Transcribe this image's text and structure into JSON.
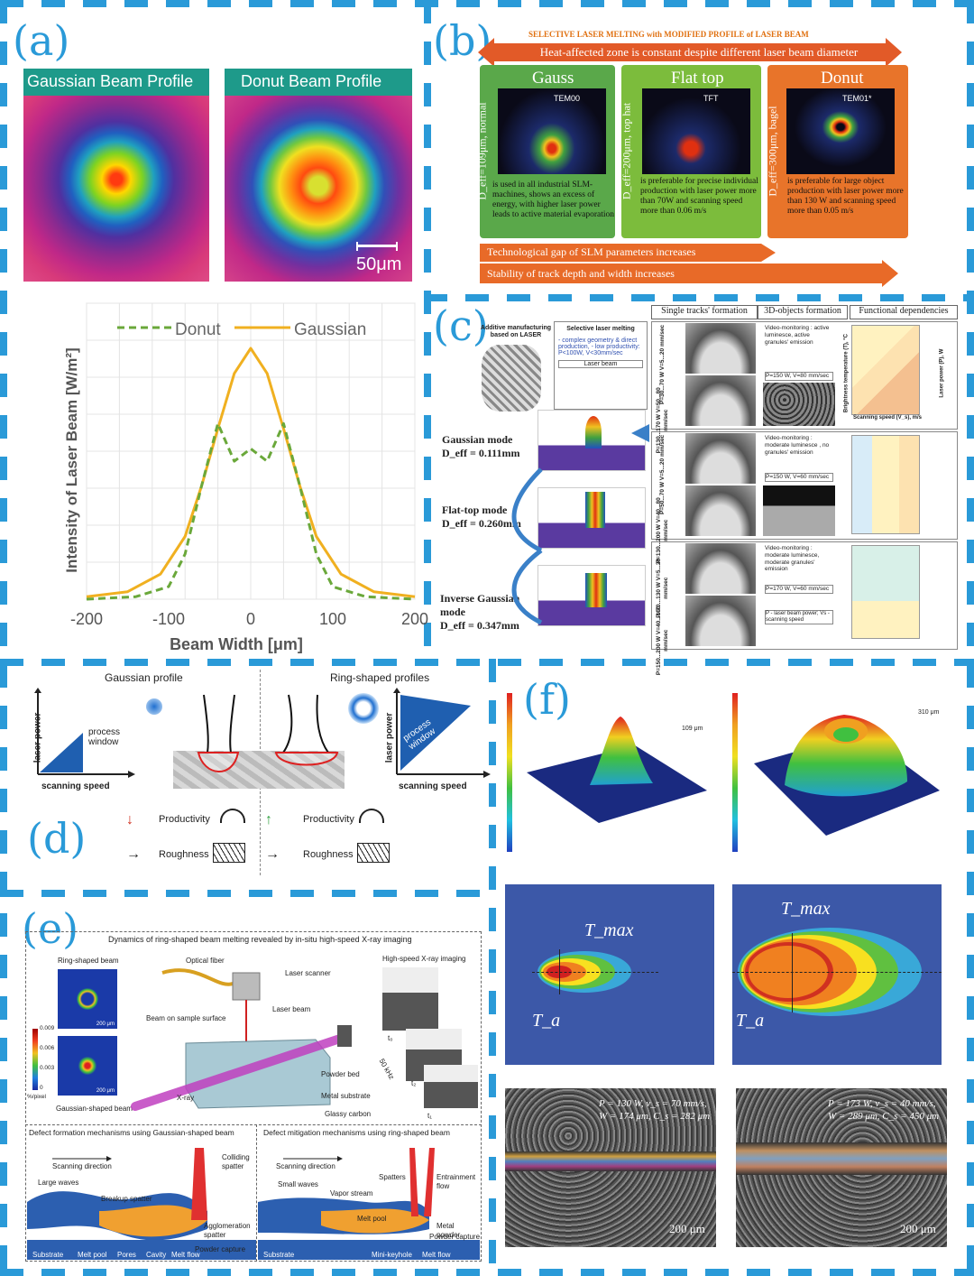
{
  "panels": {
    "a": "(a)",
    "b": "(b)",
    "c": "(c)",
    "d": "(d)",
    "e": "(e)",
    "f": "(f)"
  },
  "a": {
    "gauss_title": "Gaussian Beam Profile",
    "donut_title": "Donut Beam Profile",
    "scale": "50μm",
    "legend_donut": "Donut",
    "legend_gauss": "Gaussian",
    "ylabel": "Intensity of Laser Beam [W/m²]",
    "xlabel": "Beam Width [μm]",
    "xticks": [
      "-200",
      "-100",
      "0",
      "100",
      "200"
    ]
  },
  "chart_data": {
    "type": "line",
    "xlabel": "Beam Width [μm]",
    "ylabel": "Intensity of Laser Beam [W/m²]",
    "xlim": [
      -200,
      200
    ],
    "series": [
      {
        "name": "Gaussian",
        "x": [
          -200,
          -150,
          -110,
          -80,
          -60,
          -40,
          -20,
          0,
          20,
          40,
          60,
          80,
          110,
          150,
          200
        ],
        "y": [
          0.01,
          0.03,
          0.1,
          0.25,
          0.45,
          0.68,
          0.9,
          1.0,
          0.9,
          0.68,
          0.45,
          0.25,
          0.1,
          0.03,
          0.01
        ]
      },
      {
        "name": "Donut",
        "x": [
          -200,
          -140,
          -100,
          -80,
          -60,
          -40,
          -20,
          0,
          20,
          40,
          60,
          80,
          100,
          140,
          200
        ],
        "y": [
          0.0,
          0.01,
          0.05,
          0.18,
          0.45,
          0.7,
          0.55,
          0.6,
          0.55,
          0.7,
          0.45,
          0.18,
          0.05,
          0.01,
          0.0
        ]
      }
    ]
  },
  "b": {
    "title": "SELECTIVE LASER MELTING with MODIFIED PROFILE of LASER BEAM",
    "arrow": "Heat-affected zone is constant despite different laser beam diameter",
    "cards": [
      {
        "name": "Gauss",
        "side": "D_eff=109μm, normal",
        "mode": "TEM00",
        "text": "is used in all industrial SLM-machines, shows an excess of energy, with higher laser power leads to active material evaporation",
        "color": "#5aa84a"
      },
      {
        "name": "Flat top",
        "side": "D_eff=200μm, top hat",
        "mode": "TFT",
        "text": "is preferable for precise individual production with laser power more than 70W and scanning speed more than 0.06 m/s",
        "color": "#7cbc3c"
      },
      {
        "name": "Donut",
        "side": "D_eff=300μm, bagel",
        "mode": "TEM01*",
        "text": "is preferable for large object production with laser power more than 130 W and scanning speed more than 0.05 m/s",
        "color": "#e8742a"
      }
    ],
    "bar1": "Technological gap of SLM parameters increases",
    "bar2": "Stability of track depth and width increases"
  },
  "c": {
    "am_label": "Additive manufacturing based on LASER",
    "slm_title": "Selective laser melting",
    "slm_items": "- complex geometry & direct production, - low productivity: P<100W, V<30mm/sec",
    "laser_beam": "Laser beam",
    "headers": [
      "Single tracks' formation",
      "3D-objects formation",
      "Functional dependencies"
    ],
    "modes": [
      {
        "name": "Gaussian mode",
        "deff": "D_eff = 0.111mm"
      },
      {
        "name": "Flat-top mode",
        "deff": "D_eff = 0.260mm"
      },
      {
        "name": "Inverse Gaussian mode",
        "deff": "D_eff = 0.347mm"
      }
    ],
    "rows": [
      {
        "p1": "P=30...70 W V=5...20 mm/sec",
        "p2": "P=130...170 W V=50...80 mm/sec",
        "video": "Video-monitoring : active luminesce, active granules' emission",
        "param": "P=150 W, V=80 mm/sec"
      },
      {
        "p1": "P=50...70 W V=5...20 mm/sec",
        "p2": "P=130...200 W V=40...80 mm/sec",
        "video": "Video-monitoring : moderate luminesce , no granules' emission",
        "param": "P=150 W, V=60 mm/sec"
      },
      {
        "p1": "P=70...130 W V=5...20 mm/sec",
        "p2": "P=150...200 W V=40...100 mm/sec",
        "video": "Video-monitoring : moderate luminesce, moderate granules' emission",
        "param": "P=170 W, V=60 mm/sec"
      }
    ],
    "legend_note": "P - laser beam power; Vs - scanning speed",
    "yaxis": "Brightness temperature (T), °C",
    "xaxis": "Scanning speed (V_s), m/s",
    "raxis": "Laser power (P), W"
  },
  "d": {
    "left_title": "Gaussian profile",
    "right_title": "Ring-shaped profiles",
    "ylabel": "laser power",
    "xlabel": "scanning speed",
    "pw_left": "process window",
    "pw_right": "process window",
    "productivity": "Productivity",
    "roughness": "Roughness"
  },
  "e": {
    "title": "Dynamics of ring-shaped beam melting revealed by in-situ high-speed X-ray imaging",
    "ring": "Ring-shaped beam",
    "gauss": "Gaussian-shaped beam",
    "scale": "200 μm",
    "cbar": [
      "0.009",
      "0.006",
      "0.003",
      "0"
    ],
    "cbar_unit": "%/pixel",
    "optical_fiber": "Optical fiber",
    "scanner": "Laser scanner",
    "laser_beam": "Laser beam",
    "beam_surface": "Beam on sample surface",
    "xray_imaging": "High-speed X-ray imaging",
    "powder_bed": "Powder bed",
    "substrate": "Metal substrate",
    "glassy": "Glassy carbon",
    "xray": "X-ray",
    "khz": "50 kHz",
    "t0": "t₀",
    "t1": "t₁",
    "t2": "t₂",
    "left_title": "Defect formation mechanisms using Gaussian-shaped beam",
    "right_title": "Defect mitigation mechanisms using ring-shaped beam",
    "scan_dir": "Scanning direction",
    "left_labels": [
      "Large waves",
      "Breakup spatter",
      "Colliding spatter",
      "Agglomeration spatter",
      "Powder capture",
      "Substrate",
      "Melt pool",
      "Pores",
      "Cavity",
      "Melt flow"
    ],
    "right_labels": [
      "Small waves",
      "Vapor stream",
      "Spatters",
      "Entrainment flow",
      "Melt pool",
      "Metal powder",
      "Powder capture",
      "Substrate",
      "Mini-keyhole",
      "Melt flow"
    ]
  },
  "f": {
    "dim1": "109 μm",
    "dim2": "310 μm",
    "tmax": "T_max",
    "ta": "T_a",
    "photo1": "P = 130 W, v_s = 70 mm/s, W = 174 μm, C_s = 282 μm",
    "photo2": "P = 173 W, v_s = 40 mm/s, W = 289 μm, C_s = 450 μm",
    "scale": "200 μm"
  }
}
